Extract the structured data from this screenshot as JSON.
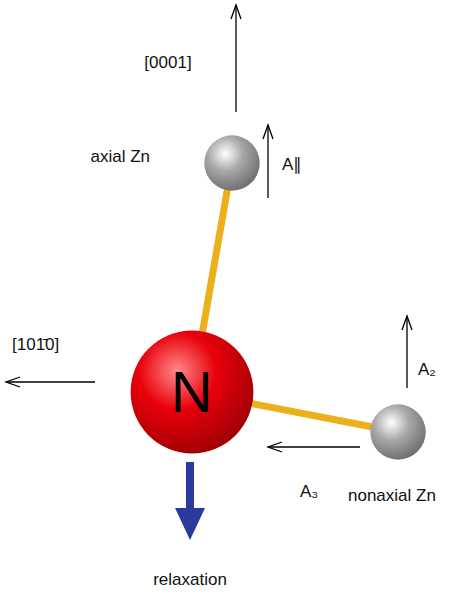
{
  "diagram": {
    "nodes": [
      {
        "text": [
          "axial Zn"
        ]
      },
      {
        "text": [
          "N"
        ]
      },
      {
        "text": [
          "nonaxial Zn"
        ]
      }
    ],
    "edges": [
      {
        "from": 1,
        "to": 0,
        "arrow": "none"
      },
      {
        "from": 1,
        "to": 2,
        "arrow": "none"
      }
    ],
    "labels": [
      "[0001]",
      "A∥",
      "[101̄0]",
      "A₂",
      "A₃",
      "relaxation"
    ]
  }
}
